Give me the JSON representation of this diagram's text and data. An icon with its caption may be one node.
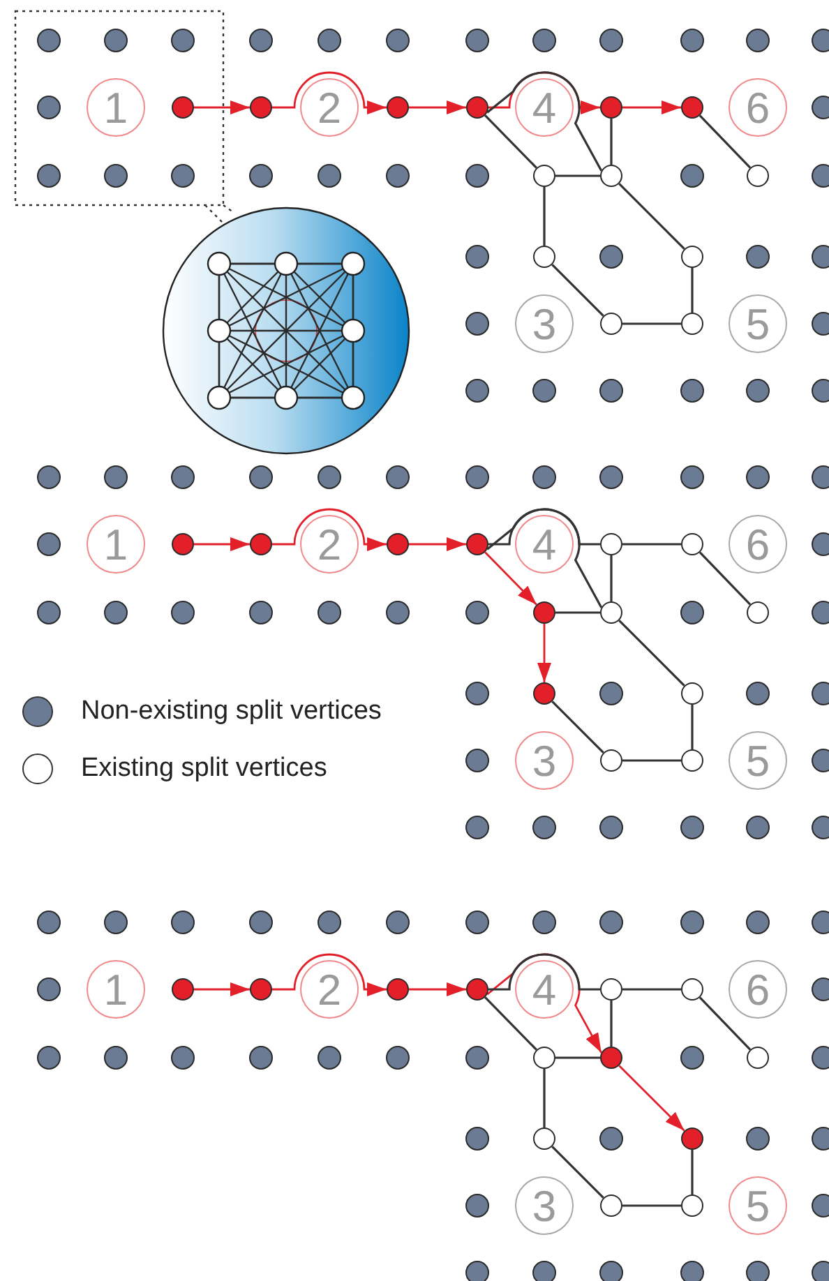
{
  "diagram": {
    "nodes": [
      {
        "text": [
          "1"
        ]
      },
      {
        "text": [
          "2"
        ]
      },
      {
        "text": [
          "4"
        ]
      },
      {
        "text": [
          "6"
        ]
      },
      {
        "text": [
          "3"
        ]
      },
      {
        "text": [
          "5"
        ]
      },
      {
        "text": [],
        "shape": "circle"
      },
      {
        "text": [],
        "shape": "circle"
      },
      {
        "text": [],
        "shape": "circle"
      },
      {
        "text": [],
        "shape": "circle"
      },
      {
        "text": [],
        "shape": "circle"
      },
      {
        "text": [],
        "shape": "circle"
      },
      {
        "text": [],
        "shape": "circle"
      },
      {
        "text": [],
        "shape": "circle"
      },
      {
        "text": [],
        "shape": "circle"
      },
      {
        "text": [],
        "shape": "circle"
      },
      {
        "text": [],
        "shape": "circle"
      },
      {
        "text": [],
        "shape": "circle"
      },
      {
        "text": [],
        "shape": "circle"
      },
      {
        "text": [
          "1"
        ]
      },
      {
        "text": [
          "2"
        ]
      },
      {
        "text": [
          "4"
        ]
      },
      {
        "text": [
          "6"
        ]
      },
      {
        "text": [
          "3"
        ]
      },
      {
        "text": [
          "5"
        ]
      },
      {
        "text": [],
        "shape": "circle"
      },
      {
        "text": [],
        "shape": "circle"
      },
      {
        "text": [],
        "shape": "circle"
      },
      {
        "text": [],
        "shape": "circle"
      },
      {
        "text": [],
        "shape": "circle"
      },
      {
        "text": [],
        "shape": "circle"
      },
      {
        "text": [],
        "shape": "circle"
      },
      {
        "text": [],
        "shape": "circle"
      },
      {
        "text": [],
        "shape": "circle"
      },
      {
        "text": [],
        "shape": "circle"
      },
      {
        "text": [],
        "shape": "circle"
      },
      {
        "text": [],
        "shape": "circle"
      },
      {
        "text": [],
        "shape": "circle"
      },
      {
        "text": [
          "1"
        ]
      },
      {
        "text": [
          "2"
        ]
      },
      {
        "text": [
          "4"
        ]
      },
      {
        "text": [
          "6"
        ]
      },
      {
        "text": [
          "3"
        ]
      },
      {
        "text": [
          "5"
        ]
      },
      {
        "text": [],
        "shape": "circle"
      },
      {
        "text": [],
        "shape": "circle"
      },
      {
        "text": [],
        "shape": "circle"
      },
      {
        "text": [],
        "shape": "circle"
      },
      {
        "text": [],
        "shape": "circle"
      },
      {
        "text": [],
        "shape": "circle"
      },
      {
        "text": [],
        "shape": "circle"
      },
      {
        "text": [],
        "shape": "circle"
      },
      {
        "text": [],
        "shape": "circle"
      },
      {
        "text": [],
        "shape": "circle"
      },
      {
        "text": [],
        "shape": "circle"
      },
      {
        "text": [],
        "shape": "circle"
      },
      {
        "text": [],
        "shape": "circle"
      }
    ],
    "edges": [
      {
        "from": 6,
        "to": 7,
        "arrow": "to",
        "color": "#e3202a"
      },
      {
        "from": 7,
        "to": 8,
        "arrow": "to",
        "color": "#e3202a"
      },
      {
        "from": 8,
        "to": 9,
        "arrow": "to",
        "color": "#e3202a"
      },
      {
        "from": 9,
        "to": 10,
        "arrow": "to",
        "color": "#e3202a"
      },
      {
        "from": 10,
        "to": 11,
        "arrow": "to",
        "color": "#e3202a"
      },
      {
        "from": 9,
        "to": 12,
        "arrow": "none"
      },
      {
        "from": 9,
        "to": 13,
        "arrow": "none"
      },
      {
        "from": 12,
        "to": 13,
        "arrow": "none"
      },
      {
        "from": 10,
        "to": 13,
        "arrow": "none"
      },
      {
        "from": 12,
        "to": 15,
        "arrow": "none"
      },
      {
        "from": 15,
        "to": 17,
        "arrow": "none"
      },
      {
        "from": 17,
        "to": 18,
        "arrow": "none"
      },
      {
        "from": 18,
        "to": 16,
        "arrow": "none"
      },
      {
        "from": 16,
        "to": 13,
        "arrow": "none"
      },
      {
        "from": 11,
        "to": 14,
        "arrow": "none"
      },
      {
        "from": 25,
        "to": 26,
        "arrow": "to",
        "color": "#e3202a"
      },
      {
        "from": 26,
        "to": 27,
        "arrow": "to",
        "color": "#e3202a"
      },
      {
        "from": 27,
        "to": 28,
        "arrow": "to",
        "color": "#e3202a"
      },
      {
        "from": 28,
        "to": 31,
        "arrow": "to",
        "color": "#e3202a"
      },
      {
        "from": 31,
        "to": 34,
        "arrow": "to",
        "color": "#e3202a"
      },
      {
        "from": 28,
        "to": 29,
        "arrow": "none"
      },
      {
        "from": 28,
        "to": 32,
        "arrow": "none"
      },
      {
        "from": 31,
        "to": 32,
        "arrow": "none"
      },
      {
        "from": 29,
        "to": 32,
        "arrow": "none"
      },
      {
        "from": 29,
        "to": 30,
        "arrow": "none"
      },
      {
        "from": 30,
        "to": 33,
        "arrow": "none"
      },
      {
        "from": 34,
        "to": 36,
        "arrow": "none"
      },
      {
        "from": 36,
        "to": 37,
        "arrow": "none"
      },
      {
        "from": 37,
        "to": 35,
        "arrow": "none"
      },
      {
        "from": 35,
        "to": 32,
        "arrow": "none"
      },
      {
        "from": 44,
        "to": 45,
        "arrow": "to",
        "color": "#e3202a"
      },
      {
        "from": 45,
        "to": 46,
        "arrow": "to",
        "color": "#e3202a"
      },
      {
        "from": 46,
        "to": 47,
        "arrow": "to",
        "color": "#e3202a"
      },
      {
        "from": 47,
        "to": 51,
        "arrow": "to",
        "color": "#e3202a"
      },
      {
        "from": 51,
        "to": 53,
        "arrow": "to",
        "color": "#e3202a"
      },
      {
        "from": 47,
        "to": 48,
        "arrow": "none"
      },
      {
        "from": 47,
        "to": 50,
        "arrow": "none"
      },
      {
        "from": 50,
        "to": 51,
        "arrow": "none"
      },
      {
        "from": 48,
        "to": 51,
        "arrow": "none"
      },
      {
        "from": 48,
        "to": 49,
        "arrow": "none"
      },
      {
        "from": 49,
        "to": 52,
        "arrow": "none"
      },
      {
        "from": 50,
        "to": 54,
        "arrow": "none"
      },
      {
        "from": 54,
        "to": 55,
        "arrow": "none"
      },
      {
        "from": 55,
        "to": 56,
        "arrow": "none"
      },
      {
        "from": 56,
        "to": 53,
        "arrow": "none"
      }
    ],
    "legend": [
      {
        "text": "Non-existing split vertices",
        "color": "#6b7b94"
      },
      {
        "text": "Existing split vertices",
        "color": "#ffffff"
      }
    ]
  }
}
